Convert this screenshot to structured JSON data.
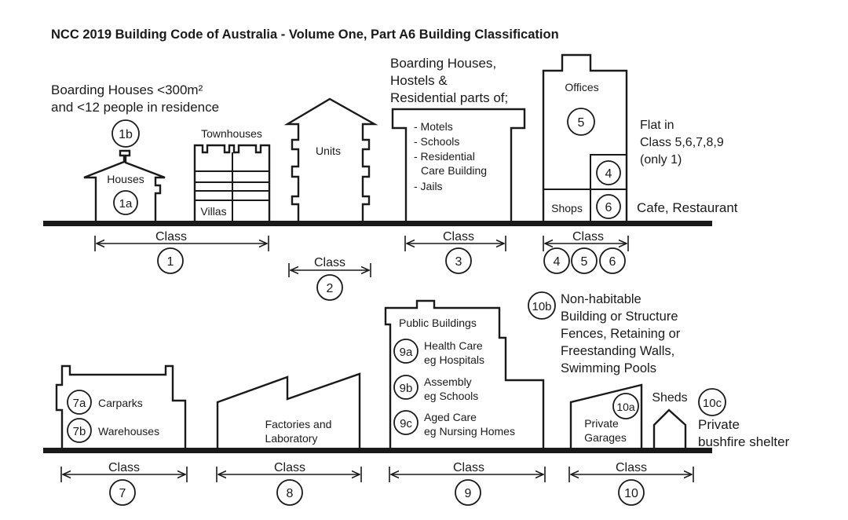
{
  "title": "NCC 2019 Building Code of Australia - Volume One, Part A6 Building Classification",
  "class_word": "Class",
  "top_row": {
    "boarding_small_line1": "Boarding Houses <300m²",
    "boarding_small_line2": "and <12 people in residence",
    "badge_1b": "1b",
    "houses": "Houses",
    "badge_1a": "1a",
    "townhouses": "Townhouses",
    "villas": "Villas",
    "units": "Units",
    "boarding_line1": "Boarding Houses,",
    "boarding_line2": "Hostels &",
    "boarding_line3": "Residential parts of;",
    "list_motels": "- Motels",
    "list_schools": "- Schools",
    "list_residential1": "- Residential",
    "list_residential2": "Care Building",
    "list_jails": "- Jails",
    "offices": "Offices",
    "badge_5": "5",
    "badge_4": "4",
    "shops": "Shops",
    "badge_6": "6",
    "flat_line1": "Flat in",
    "flat_line2": "Class 5,6,7,8,9",
    "flat_line3": "(only 1)",
    "cafe": "Cafe, Restaurant",
    "class_1": "1",
    "class_2": "2",
    "class_3": "3",
    "class_4": "4",
    "class_5": "5",
    "class_6": "6"
  },
  "bottom_row": {
    "badge_7a": "7a",
    "carparks": "Carparks",
    "badge_7b": "7b",
    "warehouses": "Warehouses",
    "factories_line1": "Factories and",
    "factories_line2": "Laboratory",
    "public_buildings": "Public Buildings",
    "badge_9a": "9a",
    "health_line1": "Health Care",
    "health_line2": "eg Hospitals",
    "badge_9b": "9b",
    "assembly_line1": "Assembly",
    "assembly_line2": "eg Schools",
    "badge_9c": "9c",
    "aged_line1": "Aged Care",
    "aged_line2": "eg Nursing Homes",
    "badge_10b": "10b",
    "nonhab_line1": "Non-habitable",
    "nonhab_line2": "Building or Structure",
    "nonhab_line3": "Fences, Retaining or",
    "nonhab_line4": "Freestanding Walls,",
    "nonhab_line5": "Swimming Pools",
    "badge_10a": "10a",
    "garages_line1": "Private",
    "garages_line2": "Garages",
    "sheds": "Sheds",
    "badge_10c": "10c",
    "shelter_line1": "Private",
    "shelter_line2": "bushfire shelter",
    "class_7": "7",
    "class_8": "8",
    "class_9": "9",
    "class_10": "10"
  }
}
